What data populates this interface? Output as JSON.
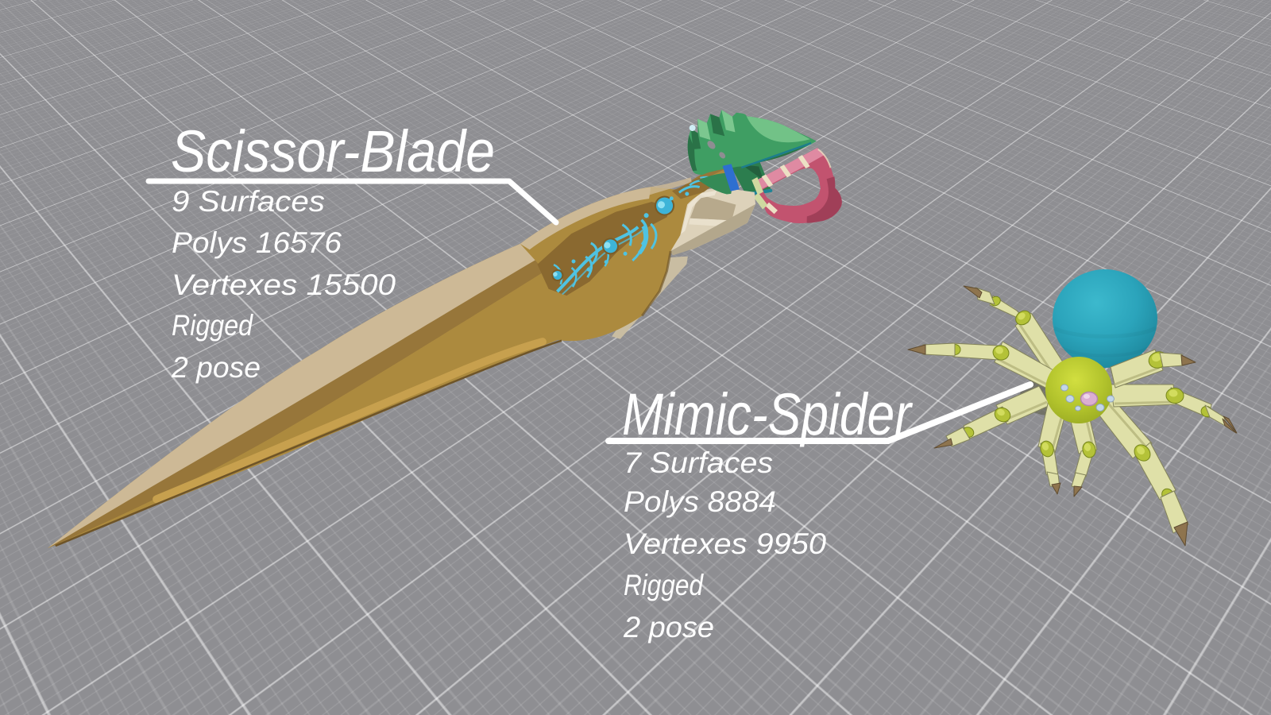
{
  "viewport": {
    "background": "#8e8e92",
    "grid_major_color": "rgba(255,255,255,0.45)",
    "grid_minor_color": "rgba(255,255,255,0.13)"
  },
  "models": [
    {
      "name": "Scissor-Blade",
      "stats": [
        "9 Surfaces",
        "Polys 16576",
        "Vertexes 15500",
        "Rigged",
        "2 pose"
      ],
      "colors": {
        "blade_gold": "#ac8a3e",
        "blade_gold_dark": "#97763a",
        "blade_gold_bright": "#c7a04e",
        "facet_beige": "#cdb996",
        "ornament_cyan": "#4fc3e2",
        "recess_bronze": "#8a6930",
        "guard_green": "#3f9e63",
        "guard_green_dark": "#2a7247",
        "guard_green_light": "#7cc78f",
        "handle_pink": "#c2536f",
        "handle_pink_light": "#df8aa2",
        "handle_pink_dark": "#a03f58",
        "fork_cream": "#ddd2ba",
        "fork_cream_dark": "#b3a78c",
        "band_blue": "#2e6fd0",
        "edge_teal": "#1f8496"
      }
    },
    {
      "name": "Mimic-Spider",
      "stats": [
        "7 Surfaces",
        "Polys 8884",
        "Vertexes 9950",
        "Rigged",
        "2 pose"
      ],
      "colors": {
        "abdomen_teal": "#2ba4bb",
        "abdomen_teal_light": "#3cb9cd",
        "abdomen_teal_dark": "#1b8093",
        "body_lime": "#b2c32c",
        "body_lime_light": "#d2df40",
        "leg_cream": "#dfe0a8",
        "leg_cream_dark": "#b9b980",
        "joint_olive": "#b4c238",
        "joint_olive_light": "#d2dc5e",
        "claw_brown": "#8e744e",
        "gem_pink": "#dbaed2",
        "eye_blue": "#c3d6e8"
      }
    }
  ]
}
